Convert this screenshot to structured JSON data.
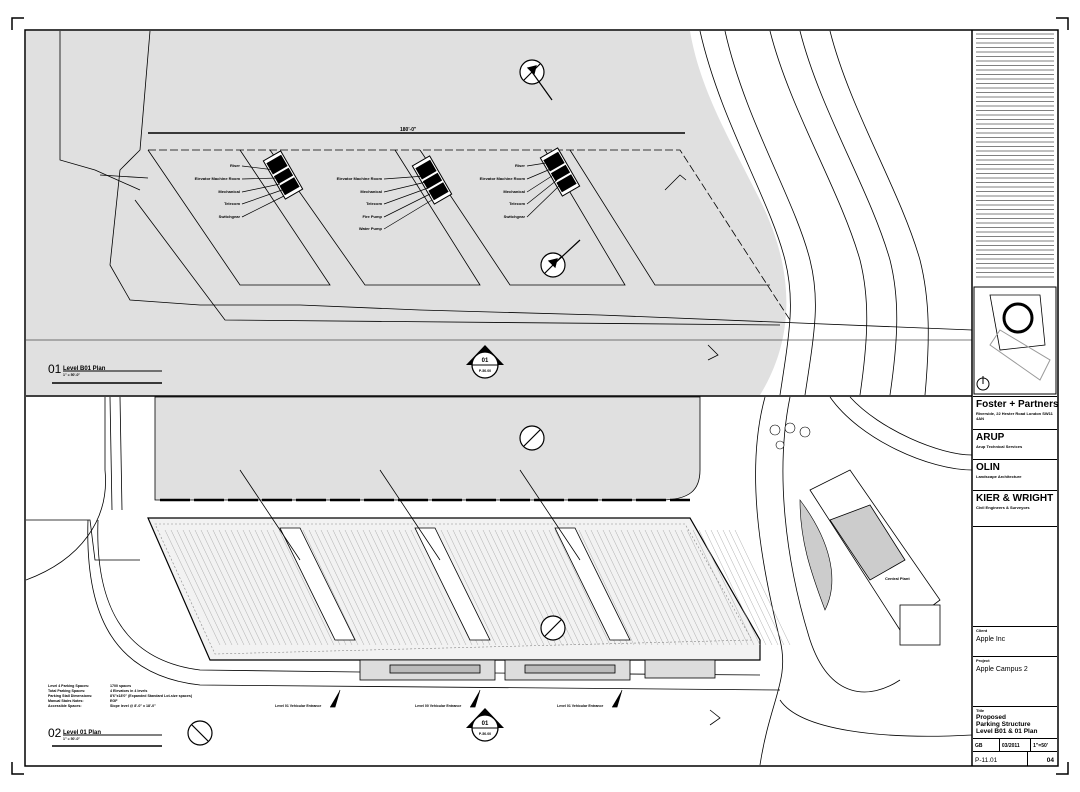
{
  "sheet": {
    "views": [
      {
        "number": "01",
        "title": "Level B01 Plan",
        "scale": "1\" = 50'-0\""
      },
      {
        "number": "02",
        "title": "Level 01 Plan",
        "scale": "1\" = 50'-0\""
      }
    ],
    "dimension_top": "180'-0\"",
    "room_labels_left": [
      "Riser",
      "Elevator Machine Room",
      "Mechanical",
      "Telecom",
      "Switchgear"
    ],
    "room_labels_mid": [
      "Elevator Machine Room",
      "Mechanical",
      "Telecom",
      "Fire Pump",
      "Water Pump"
    ],
    "room_labels_right": [
      "Riser",
      "Elevator Machine Room",
      "Mechanical",
      "Telecom",
      "Switchgear"
    ],
    "section_tag": {
      "number": "01",
      "sheet": "P-50.00"
    },
    "vehicular_entrances": [
      "Level 01 Vehicular Entrance",
      "Level 00 Vehicular Entrance",
      "Level 01 Vehicular Entrance"
    ],
    "central_plant_label": "Central Plant",
    "notes": [
      {
        "label": "Level 4 Parking Spaces:",
        "value": "1700 spaces"
      },
      {
        "label": "Total Parking Spaces:",
        "value": "4 Elevators in 4 levels"
      },
      {
        "label": "Parking Stall Dimensions:",
        "value": "8'6\"x18'0\" (Expanded Standard Lot-size spaces)"
      },
      {
        "label": "Manual Stairs Notes:",
        "value": "EGF"
      },
      {
        "label": "Accessible Spaces:",
        "value": "Slope level @ 8'-0\" x 18'-0\""
      }
    ]
  },
  "title_block": {
    "architect": "Foster + Partners",
    "architect_address": "Riverside, 22 Hester Road London SW11 4AN",
    "engineer": "ARUP",
    "engineer_address": "Arup Technical Services",
    "landscape": "OLIN",
    "landscape_address": "Landscape Architecture",
    "civil": "KIER & WRIGHT",
    "civil_sub": "Civil Engineers & Surveyors",
    "client_label": "Client",
    "client": "Apple Inc",
    "project_label": "Project",
    "project": "Apple Campus 2",
    "title_label": "Title",
    "title_lines": [
      "Proposed",
      "Parking Structure",
      "Level B01 & 01 Plan"
    ],
    "scale": "1\"=50'",
    "date": "03/2011",
    "drawn": "GB",
    "sheet_number": "P-11.01",
    "revision": "04"
  }
}
